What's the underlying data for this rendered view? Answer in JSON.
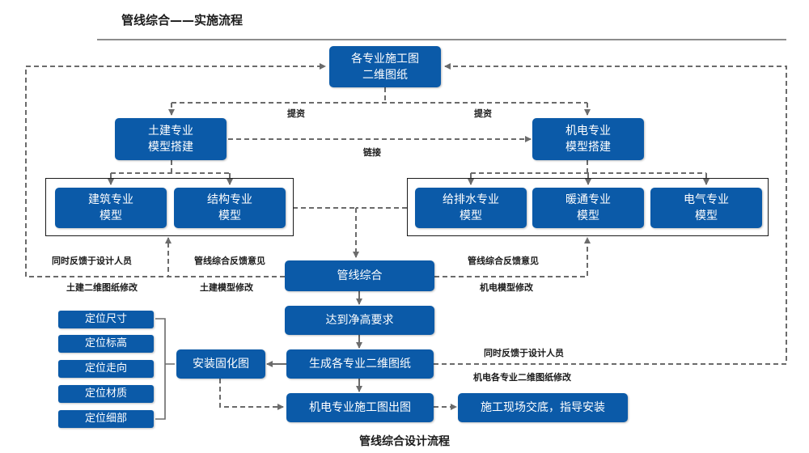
{
  "header": {
    "title": "管线综合——实施流程"
  },
  "caption": "管线综合设计流程",
  "nodes": {
    "drawings": "各专业施工图\n二维图纸",
    "civil": "土建专业\n模型搭建",
    "mep": "机电专业\n模型搭建",
    "arch": "建筑专业\n模型",
    "struct": "结构专业\n模型",
    "plumbing": "给排水专业\n模型",
    "hvac": "暖通专业\n模型",
    "electrical": "电气专业\n模型",
    "integration": "管线综合",
    "clearance": "达到净高要求",
    "generate": "生成各专业二维图纸",
    "fixed_drawing": "安装固化图",
    "mep_output": "机电专业施工图出图",
    "site": "施工现场交底，指导安装"
  },
  "positioning_items": [
    "定位尺寸",
    "定位标高",
    "定位走向",
    "定位材质",
    "定位细部"
  ],
  "labels": {
    "provide_left": "提资",
    "provide_right": "提资",
    "link": "链接",
    "feedback_designer_left": "同时反馈于设计人员",
    "civil_drawing_revise": "土建二维图纸修改",
    "feedback_integration_left": "管线综合反馈意见",
    "civil_model_revise": "土建模型修改",
    "feedback_integration_right": "管线综合反馈意见",
    "mep_model_revise": "机电模型修改",
    "feedback_designer_right": "同时反馈于设计人员",
    "mep_drawing_revise": "机电各专业二维图纸修改"
  },
  "colors": {
    "box": "#0b5aa8",
    "line": "#6b6b6b"
  }
}
